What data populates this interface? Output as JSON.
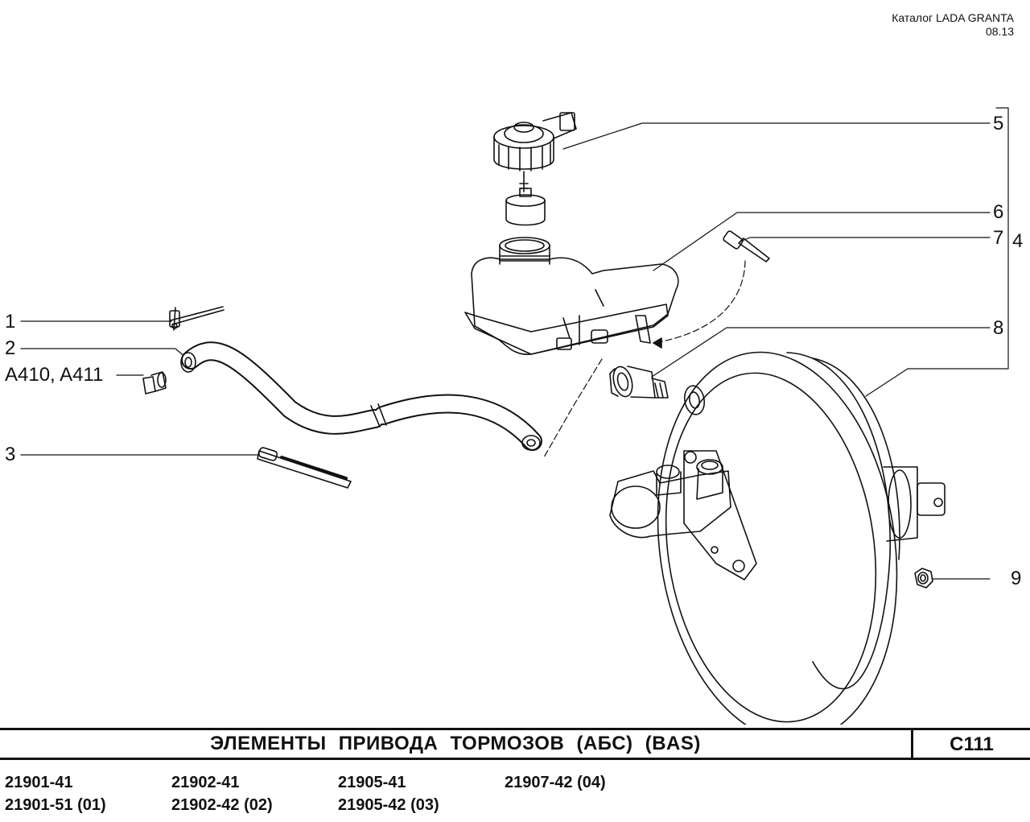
{
  "header": {
    "catalog": "Каталог  LADA GRANTA",
    "date": "08.13"
  },
  "callouts": {
    "c1": "1",
    "c2": "2",
    "c3": "3",
    "c_a410": "A410, A411",
    "c4": "4",
    "c5": "5",
    "c6": "6",
    "c7": "7",
    "c8": "8",
    "c9": "9"
  },
  "footer": {
    "title": "ЭЛЕМЕНТЫ  ПРИВОДА  ТОРМОЗОВ  (АБС)  (BAS)",
    "page_code": "C111",
    "models": [
      "21901-41",
      "21902-41",
      "21905-41",
      "21907-42 (04)",
      "21901-51 (01)",
      "21902-42 (02)",
      "21905-42 (03)"
    ]
  }
}
